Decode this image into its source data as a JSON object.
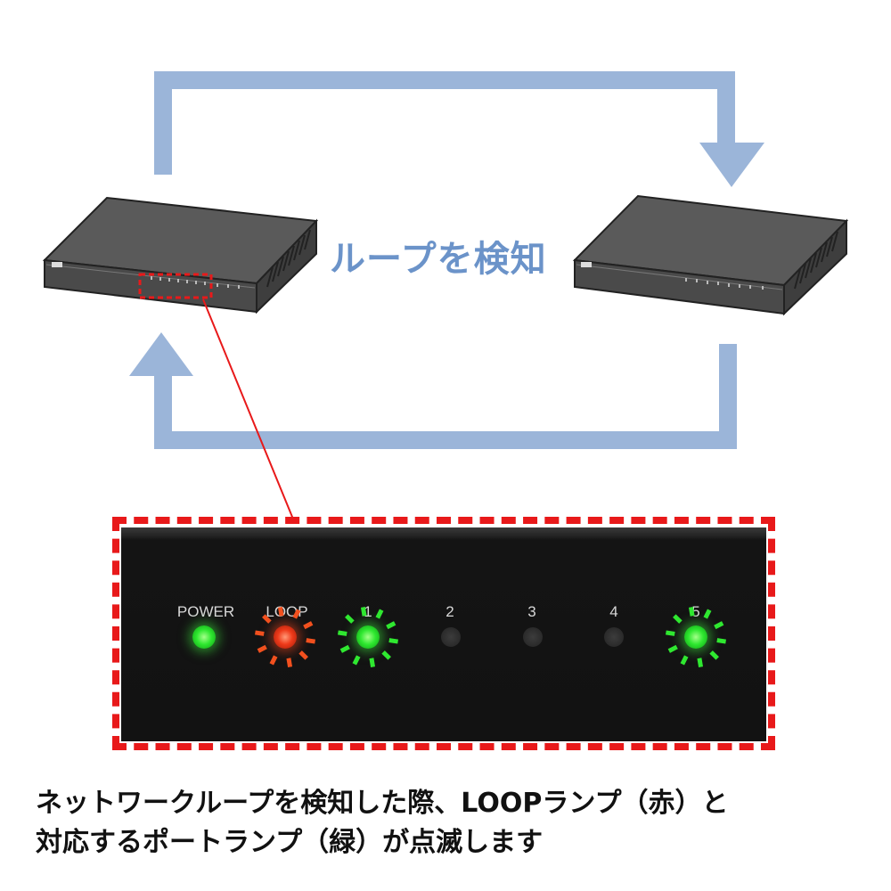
{
  "diagram": {
    "center_label": "ループを検知",
    "colors": {
      "arrow": "#9bb5d9",
      "label": "#6b93c9",
      "highlight": "#e8191a",
      "led_green": "#2fe830",
      "led_red": "#ee3a1a"
    }
  },
  "panel": {
    "leds": [
      {
        "label": "POWER",
        "state": "green"
      },
      {
        "label": "LOOP",
        "state": "red",
        "blinking": true
      },
      {
        "label": "1",
        "state": "green",
        "blinking": true
      },
      {
        "label": "2",
        "state": "off"
      },
      {
        "label": "3",
        "state": "off"
      },
      {
        "label": "4",
        "state": "off"
      },
      {
        "label": "5",
        "state": "green",
        "blinking": true
      }
    ]
  },
  "caption": {
    "line1": "ネットワークループを検知した際、LOOPランプ（赤）と",
    "line2": "対応するポートランプ（緑）が点滅します"
  }
}
